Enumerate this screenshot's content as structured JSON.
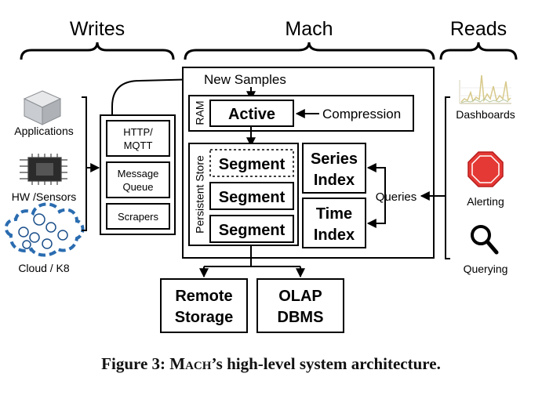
{
  "headers": {
    "writes": "Writes",
    "mach": "Mach",
    "reads": "Reads"
  },
  "sources": {
    "applications": "Applications",
    "hw_sensors": "HW /Sensors",
    "cloud": "Cloud / K8"
  },
  "ingest": {
    "http_line1": "HTTP/",
    "http_line2": "MQTT",
    "mq_line1": "Message",
    "mq_line2": "Queue",
    "scrapers": "Scrapers"
  },
  "mach": {
    "new_samples": "New Samples",
    "ram_label": "RAM",
    "active": "Active",
    "compression": "Compression",
    "persistent_store": "Persistent Store",
    "segment": "Segment",
    "series_index_line1": "Series",
    "series_index_line2": "Index",
    "time_index_line1": "Time",
    "time_index_line2": "Index",
    "queries": "Queries"
  },
  "outputs": {
    "remote_line1": "Remote",
    "remote_line2": "Storage",
    "olap_line1": "OLAP",
    "olap_line2": "DBMS"
  },
  "reads": {
    "dashboards": "Dashboards",
    "alerting": "Alerting",
    "querying": "Querying"
  },
  "caption": {
    "prefix": "Figure 3: ",
    "name": "Mach",
    "suffix": "’s high-level system architecture."
  },
  "colors": {
    "cloud_dash": "#2a6cb0",
    "stop_sign": "#e53935",
    "cube": "#c9ccd0"
  }
}
